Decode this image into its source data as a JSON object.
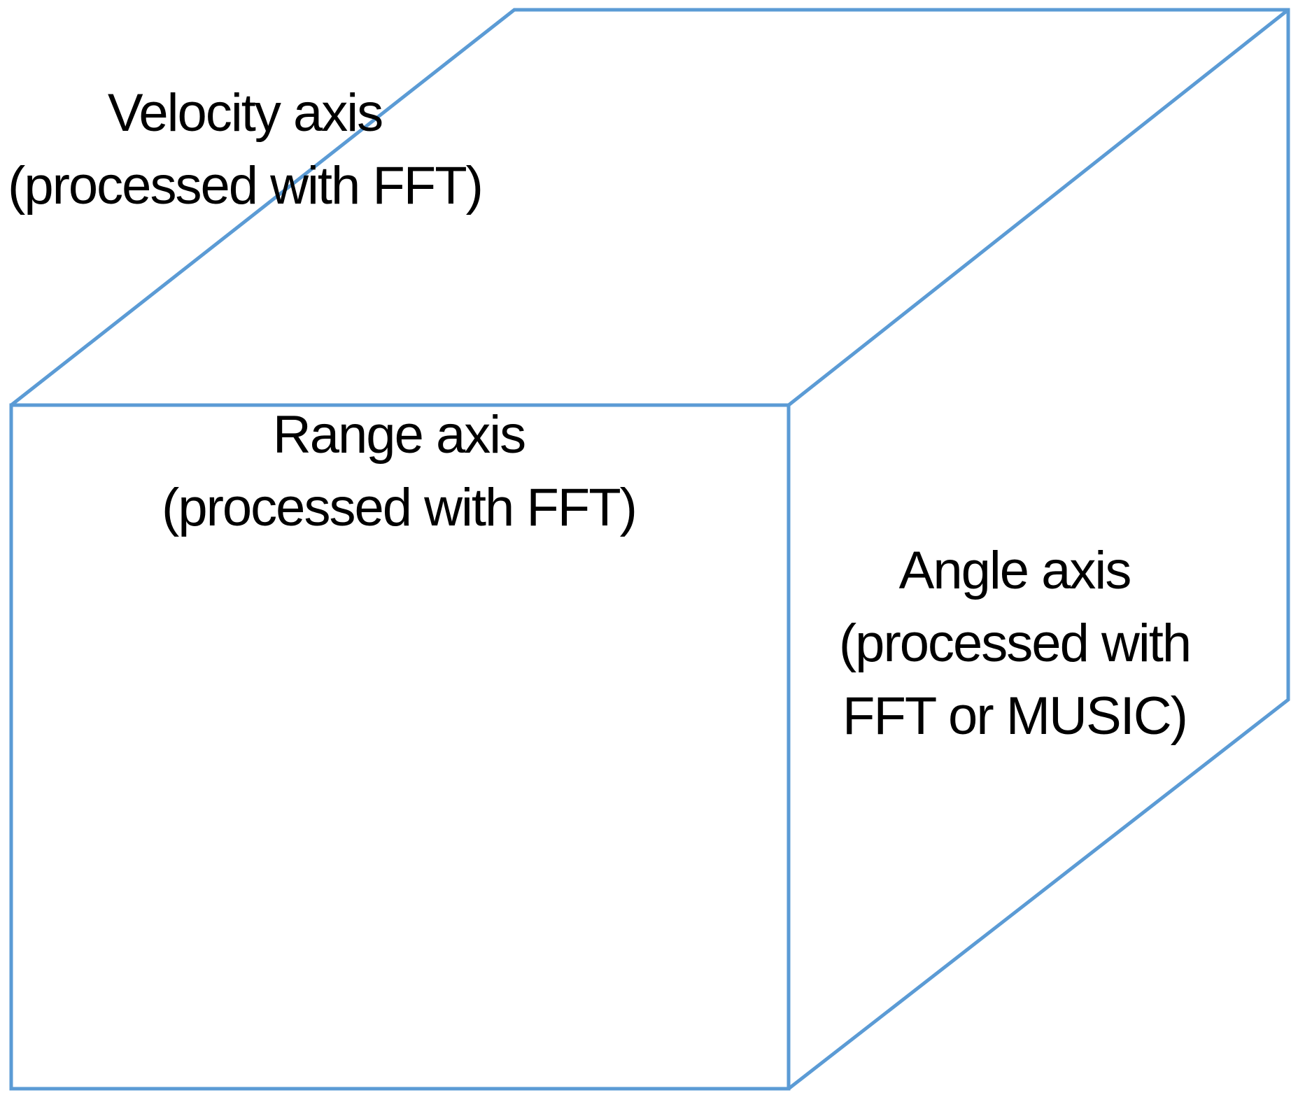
{
  "diagram": {
    "description": "3D radar data cube wireframe with three labeled axes",
    "cube": {
      "stroke_color": "#5B9BD5",
      "stroke_width": "5"
    },
    "labels": [
      {
        "id": "velocity-axis",
        "lines": [
          "Velocity axis",
          "(processed with FFT)"
        ]
      },
      {
        "id": "range-axis",
        "lines": [
          "Range axis",
          "(processed with FFT)"
        ]
      },
      {
        "id": "angle-axis",
        "lines": [
          "Angle axis",
          "(processed with",
          "FFT or MUSIC)"
        ]
      }
    ]
  }
}
